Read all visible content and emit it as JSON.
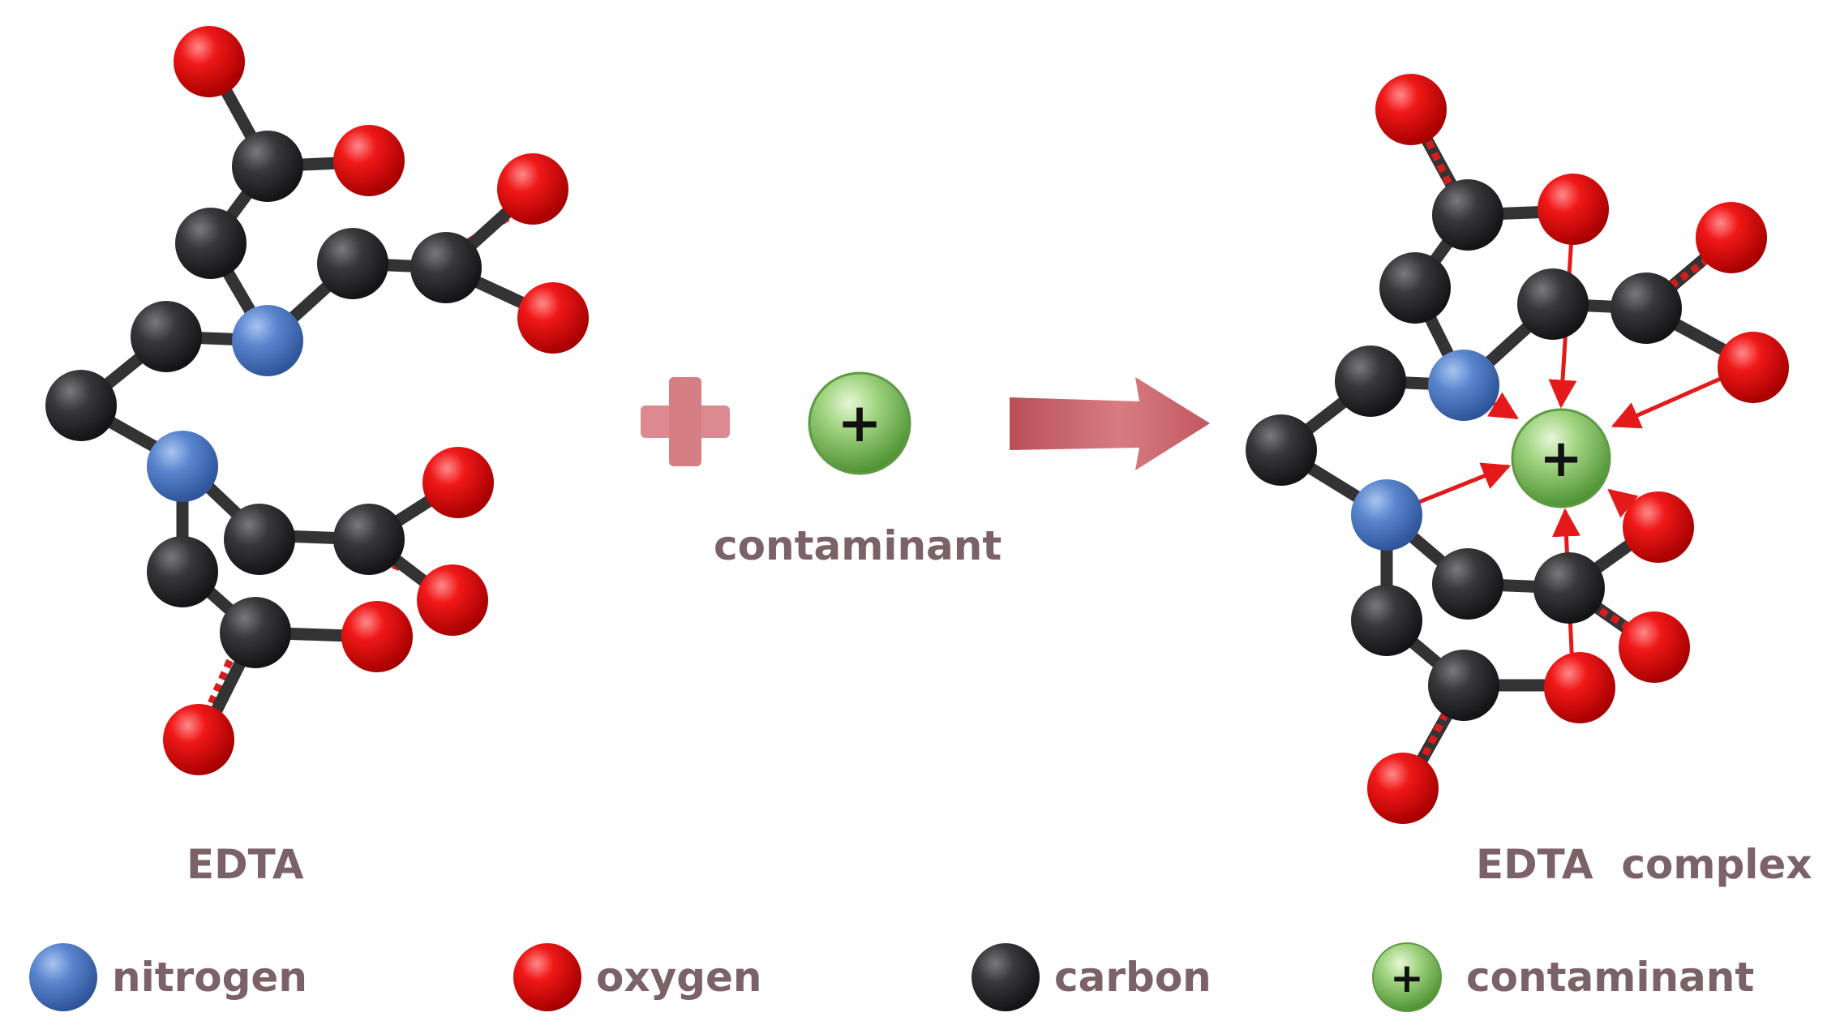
{
  "left_molecule": {
    "caption": "EDTA"
  },
  "reagent": {
    "caption": "contaminant",
    "plus_sign": "+"
  },
  "right_molecule": {
    "caption": "EDTA  complex",
    "ion_sign": "+"
  },
  "legend": [
    {
      "key": "nitrogen",
      "label": "nitrogen",
      "color": "#4a78c2"
    },
    {
      "key": "oxygen",
      "label": "oxygen",
      "color": "#e30f0f"
    },
    {
      "key": "carbon",
      "label": "carbon",
      "color": "#2f2f31"
    },
    {
      "key": "contaminant",
      "label": "contaminant",
      "color": "#7fc15e",
      "sign": "+"
    }
  ],
  "colors": {
    "bond": "#333333",
    "double_bond": "#d61d1d",
    "coordination_arrow": "#e41a1a",
    "reaction_arrow": "#cf6f74",
    "plus": "#dc8a8f",
    "label_text": "#7a6268"
  }
}
